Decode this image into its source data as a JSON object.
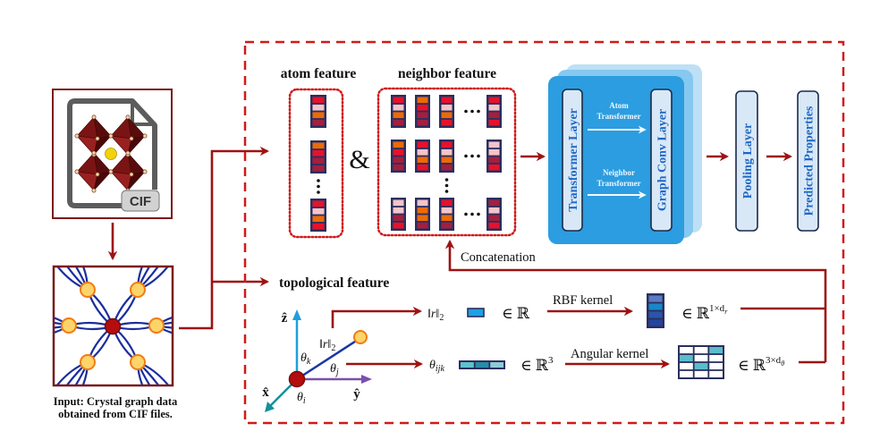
{
  "input": {
    "file_badge": "CIF",
    "caption": [
      "Input: Crystal graph data",
      "obtained from CIF files."
    ]
  },
  "features": {
    "atom_title": "atom feature",
    "neighbor_title": "neighbor feature",
    "joiner": "&",
    "palette": {
      "red": "#e8112b",
      "pink": "#f5c4c9",
      "orange": "#ec6a08",
      "maroon": "#a31f40",
      "border": "#2a2f5e"
    },
    "atom_vectors": [
      [
        "red",
        "pink",
        "orange",
        "maroon"
      ],
      [
        "orange",
        "red",
        "maroon",
        "maroon"
      ],
      [
        "red",
        "pink",
        "orange",
        "red"
      ]
    ],
    "neighbor_vectors": [
      [
        [
          "red",
          "pink",
          "orange",
          "maroon"
        ],
        [
          "orange",
          "red",
          "maroon",
          "maroon"
        ],
        [
          "red",
          "pink",
          "orange",
          "red"
        ],
        [
          "red",
          "pink",
          "maroon",
          "red"
        ]
      ],
      [
        [
          "orange",
          "red",
          "maroon",
          "maroon"
        ],
        [
          "red",
          "pink",
          "orange",
          "red"
        ],
        [
          "red",
          "pink",
          "orange",
          "maroon"
        ],
        [
          "pink",
          "pink",
          "maroon",
          "red"
        ]
      ],
      [
        [
          "pink",
          "pink",
          "maroon",
          "red"
        ],
        [
          "pink",
          "orange",
          "orange",
          "maroon"
        ],
        [
          "red",
          "pink",
          "orange",
          "maroon"
        ],
        [
          "maroon",
          "pink",
          "maroon",
          "red"
        ]
      ]
    ]
  },
  "model": {
    "transformer_layer": "Transformer Layer",
    "graph_conv_layer": "Graph Conv Layer",
    "atom_transformer": [
      "Atom",
      "Transformer"
    ],
    "neighbor_transformer": [
      "Neighbor",
      "Transformer"
    ],
    "pooling_layer": "Pooling Layer",
    "predicted_properties": "Predicted Properties"
  },
  "concatenation": "Concatenation",
  "topological": {
    "title": "topological feature",
    "axes": {
      "z": "ẑ",
      "y": "ŷ",
      "x": "x̂"
    },
    "bond_label": {
      "base": "‖r‖",
      "sub": "2"
    },
    "theta_k": {
      "base": "θ",
      "sub": "k"
    },
    "theta_j": {
      "base": "θ",
      "sub": "j"
    },
    "theta_i": {
      "base": "θ",
      "sub": "i"
    },
    "distance": {
      "label": {
        "base": "‖r‖",
        "sub": "2"
      },
      "scalar_color": "#1ea0e2",
      "space": "∈ ℝ",
      "kernel": "RBF kernel",
      "expanded_colors": [
        "#5b7bc4",
        "#1a86c8",
        "#2a55a8",
        "#2444a0"
      ],
      "expanded_space": {
        "base": "∈ ℝ",
        "sup": "1×d",
        "sup_sub": "r"
      }
    },
    "angle": {
      "label": {
        "base": "θ",
        "sub": "ijk"
      },
      "vector_colors": [
        "#5dc2cc",
        "#2a8ba7",
        "#8fcad8"
      ],
      "space": {
        "base": "∈ ℝ",
        "sup": "3"
      },
      "kernel": "Angular kernel",
      "grid": {
        "rows": 4,
        "cols": 3,
        "highlight": [
          [
            0,
            2
          ],
          [
            1,
            0
          ],
          [
            2,
            1
          ]
        ],
        "highlight_color": "#5bbccb"
      },
      "expanded_space": {
        "base": "∈ ℝ",
        "sup": "3×d",
        "sup_sub": "θ"
      }
    }
  }
}
